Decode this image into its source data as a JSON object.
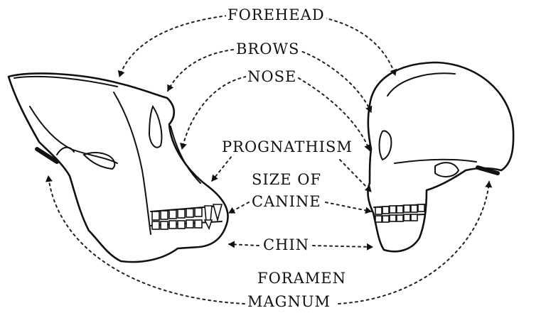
{
  "labels": {
    "forehead": "FOREHEAD",
    "brows": "BROWS",
    "nose": "NOSE",
    "prognathism": "PROGNATHISM",
    "size_of": "SIZE OF",
    "canine": "CANINE",
    "chin": "CHIN",
    "foramen": "FORAMEN",
    "magnum": "MAGNUM"
  }
}
